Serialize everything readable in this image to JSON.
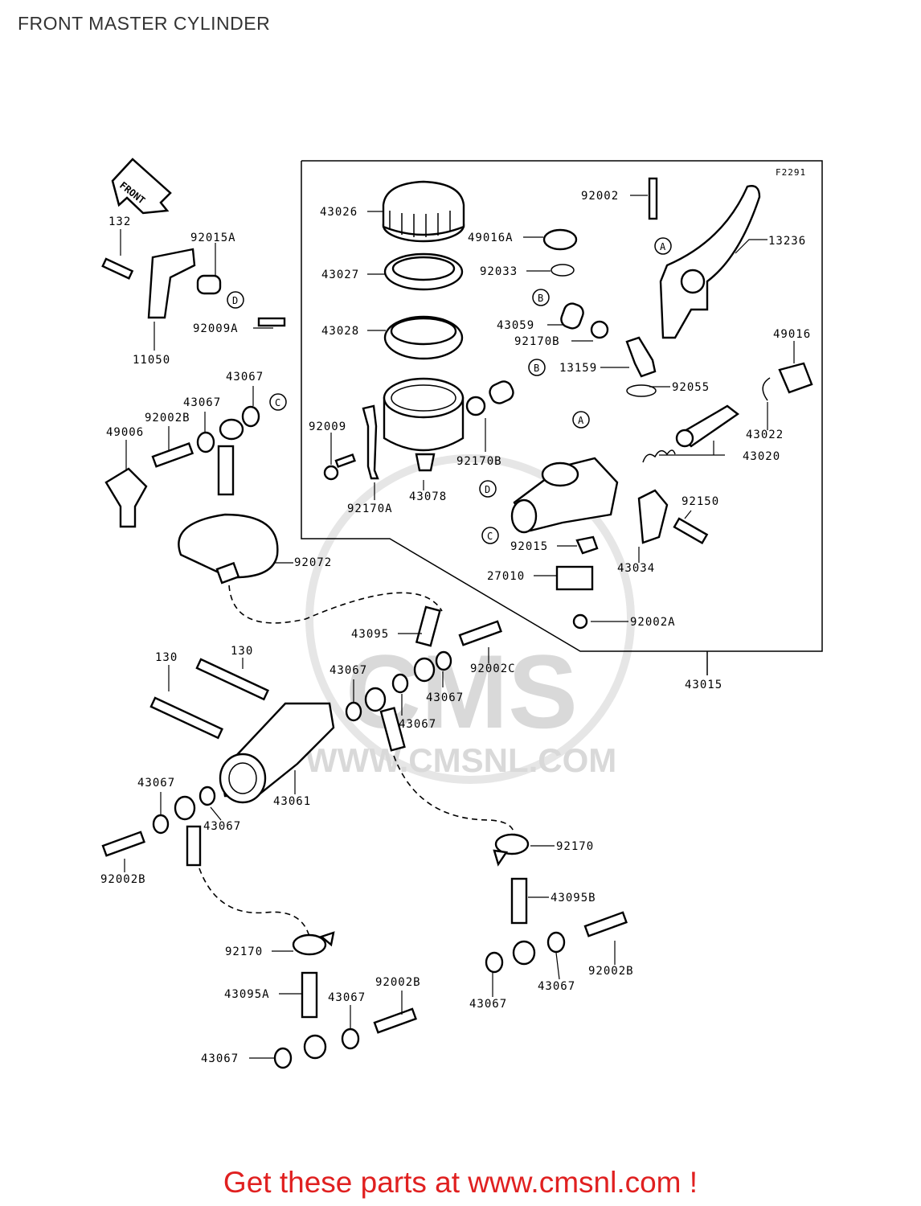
{
  "header": {
    "title": "FRONT MASTER CYLINDER"
  },
  "figure_code": "F2291",
  "front_arrow_label": "FRONT",
  "watermark": {
    "brand": "CMS",
    "url": "WWW.CMSNL.COM"
  },
  "footer": {
    "text": "Get these parts at www.cmsnl.com !"
  },
  "markers": [
    "A",
    "B",
    "C",
    "D"
  ],
  "parts": [
    "92002",
    "13236",
    "43026",
    "49016A",
    "43027",
    "92033",
    "43059",
    "43028",
    "92170B",
    "13159",
    "49016",
    "92055",
    "43022",
    "43020",
    "92009",
    "92170B",
    "43078",
    "92170A",
    "92150",
    "92015",
    "43034",
    "27010",
    "92002A",
    "43015",
    "132",
    "92015A",
    "92009A",
    "11050",
    "43067",
    "43067",
    "92002B",
    "49006",
    "92072",
    "43095",
    "92002C",
    "43067",
    "43067",
    "43067",
    "130",
    "130",
    "43061",
    "43067",
    "43067",
    "92002B",
    "92170",
    "43095B",
    "92002B",
    "43067",
    "43067",
    "92170",
    "43095A",
    "43067",
    "92002B",
    "43067"
  ]
}
